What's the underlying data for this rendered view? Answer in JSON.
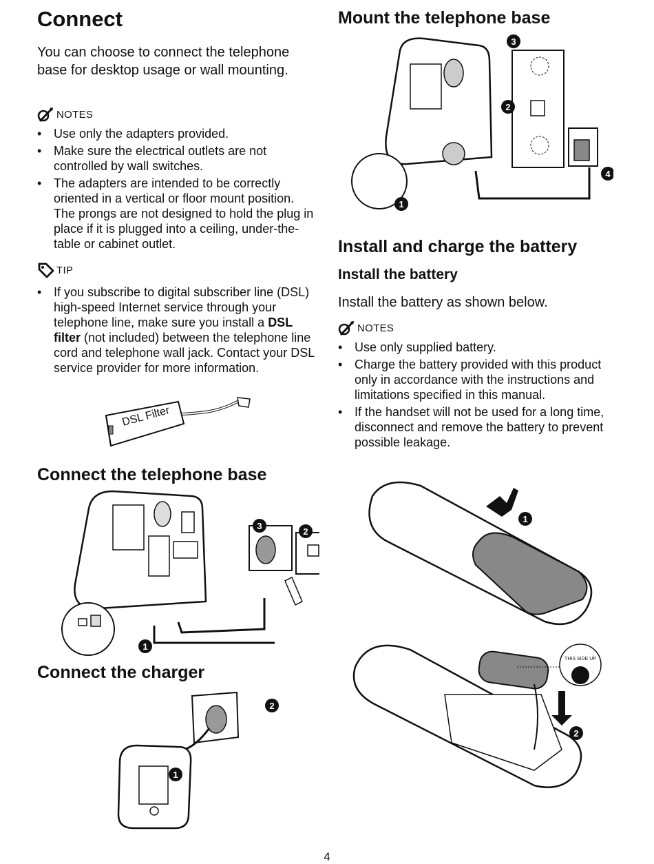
{
  "left": {
    "title": "Connect",
    "intro": "You can choose to connect the telephone base for desktop usage or wall mounting.",
    "notes_label": "NOTES",
    "notes": [
      "Use only the adapters provided.",
      "Make sure the electrical outlets are not controlled by wall switches.",
      "The adapters are intended to be correctly oriented in a vertical or floor mount position. The prongs are not designed to hold the plug in place if it is plugged into a ceiling, under-the-table or cabinet outlet."
    ],
    "tip_label": "TIP",
    "tip": {
      "before": "If you subscribe to digital subscriber line (DSL) high-speed Internet service through your telephone line, make sure you install a ",
      "bold": "DSL filter",
      "after": " (not included) between the telephone line cord and telephone wall jack. Contact your DSL service provider for more information."
    },
    "dsl_filter_label": "DSL Filter",
    "connect_base_heading": "Connect the telephone base",
    "connect_charger_heading": "Connect the charger"
  },
  "right": {
    "mount_heading": "Mount the telephone base",
    "install_charge_heading": "Install and charge the battery",
    "install_battery_heading": "Install the battery",
    "install_intro": "Install the battery as shown below.",
    "notes_label": "NOTES",
    "notes": [
      "Use only supplied battery.",
      "Charge the battery provided with this product only in accordance with the instructions and limitations specified in this manual.",
      "If the handset will not be used for a long time, disconnect and remove the battery to prevent possible leakage."
    ],
    "this_side_up": "THIS SIDE UP"
  },
  "figure_labels": {
    "dsl_filter_small": "DSL Filter",
    "callouts": [
      "1",
      "2",
      "3",
      "4"
    ]
  },
  "page_number": "4"
}
